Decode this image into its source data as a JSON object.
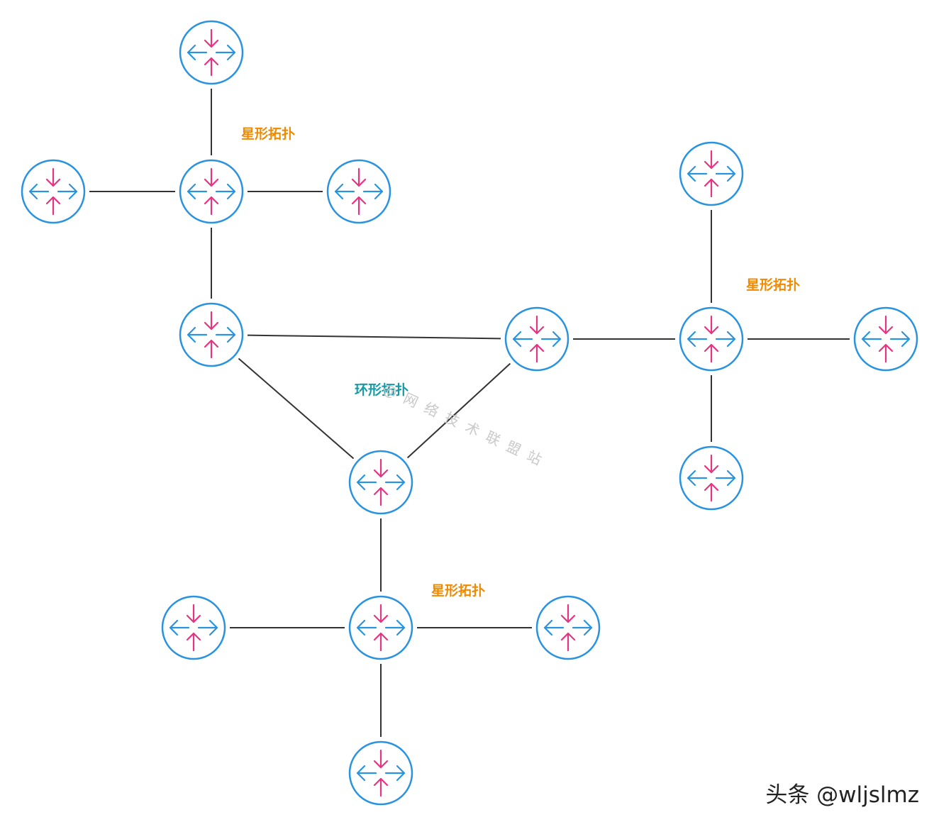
{
  "labels": {
    "star_top": "星形拓扑",
    "star_right": "星形拓扑",
    "star_bottom": "星形拓扑",
    "ring": "环形拓扑"
  },
  "watermark": "@网络技术联盟站",
  "footer": {
    "credit": "头条 @wljslmz"
  },
  "colors": {
    "router_ring": "#2a93e0",
    "arrow_horizontal": "#2a93e0",
    "arrow_vertical": "#e8347f",
    "link_line": "#333333",
    "star_label": "#f08a00",
    "ring_label": "#159aa6",
    "watermark": "#c9c9c9"
  },
  "icon": "router-icon",
  "routers": [
    {
      "id": "r1",
      "role": "star-top-leaf-north"
    },
    {
      "id": "r2",
      "role": "star-top-leaf-west"
    },
    {
      "id": "r3",
      "role": "star-top-hub"
    },
    {
      "id": "r4",
      "role": "star-top-leaf-east"
    },
    {
      "id": "r5",
      "role": "ring-node-west"
    },
    {
      "id": "r6",
      "role": "ring-node-east"
    },
    {
      "id": "r7",
      "role": "ring-node-south"
    },
    {
      "id": "r8",
      "role": "star-right-leaf-north"
    },
    {
      "id": "r9",
      "role": "star-right-hub"
    },
    {
      "id": "r10",
      "role": "star-right-leaf-east"
    },
    {
      "id": "r11",
      "role": "star-right-leaf-south"
    },
    {
      "id": "r12",
      "role": "star-bottom-leaf-west"
    },
    {
      "id": "r13",
      "role": "star-bottom-hub"
    },
    {
      "id": "r14",
      "role": "star-bottom-leaf-east"
    },
    {
      "id": "r15",
      "role": "star-bottom-leaf-south"
    }
  ],
  "links": [
    [
      "r1",
      "r3"
    ],
    [
      "r2",
      "r3"
    ],
    [
      "r3",
      "r4"
    ],
    [
      "r3",
      "r5"
    ],
    [
      "r5",
      "r6"
    ],
    [
      "r5",
      "r7"
    ],
    [
      "r6",
      "r7"
    ],
    [
      "r6",
      "r9"
    ],
    [
      "r8",
      "r9"
    ],
    [
      "r9",
      "r10"
    ],
    [
      "r9",
      "r11"
    ],
    [
      "r7",
      "r13"
    ],
    [
      "r12",
      "r13"
    ],
    [
      "r13",
      "r14"
    ],
    [
      "r13",
      "r15"
    ]
  ]
}
